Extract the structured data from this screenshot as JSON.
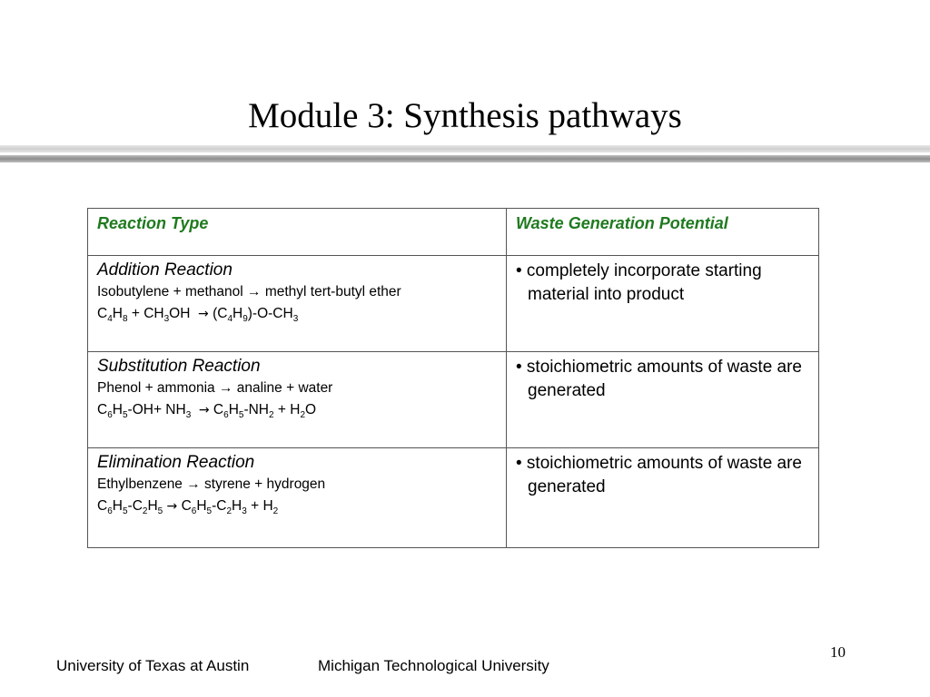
{
  "slide": {
    "title": "Module 3:  Synthesis pathways",
    "page_number": "10"
  },
  "table": {
    "headers": [
      "Reaction Type",
      "Waste Generation Potential"
    ],
    "rows": [
      {
        "name": "Addition Reaction",
        "words": "Isobutylene + methanol → methyl tert-butyl ether",
        "formula_html": "C<sub>4</sub>H<sub>8</sub> + CH<sub>3</sub>OH &nbsp;<span class=\"arrow\">→</span> (C<sub>4</sub>H<sub>9</sub>)-O-CH<sub>3</sub>",
        "waste": "• completely incorporate starting material into product"
      },
      {
        "name": "Substitution Reaction",
        "words": "Phenol + ammonia → analine + water",
        "formula_html": "C<sub>6</sub>H<sub>5</sub>-OH+ NH<sub>3</sub> &nbsp;<span class=\"arrow\">→</span> C<sub>6</sub>H<sub>5</sub>-NH<sub>2</sub> + H<sub>2</sub>O",
        "waste": "• stoichiometric amounts of waste are generated"
      },
      {
        "name": "Elimination Reaction",
        "words": "Ethylbenzene → styrene + hydrogen",
        "formula_html": "C<sub>6</sub>H<sub>5</sub>-C<sub>2</sub>H<sub>5</sub> <span class=\"arrow\">→</span> C<sub>6</sub>H<sub>5</sub>-C<sub>2</sub>H<sub>3</sub> + H<sub>2</sub>",
        "waste": "• stoichiometric amounts of waste are generated"
      }
    ]
  },
  "footer": {
    "left": "University of Texas at Austin",
    "right": "Michigan Technological University"
  }
}
